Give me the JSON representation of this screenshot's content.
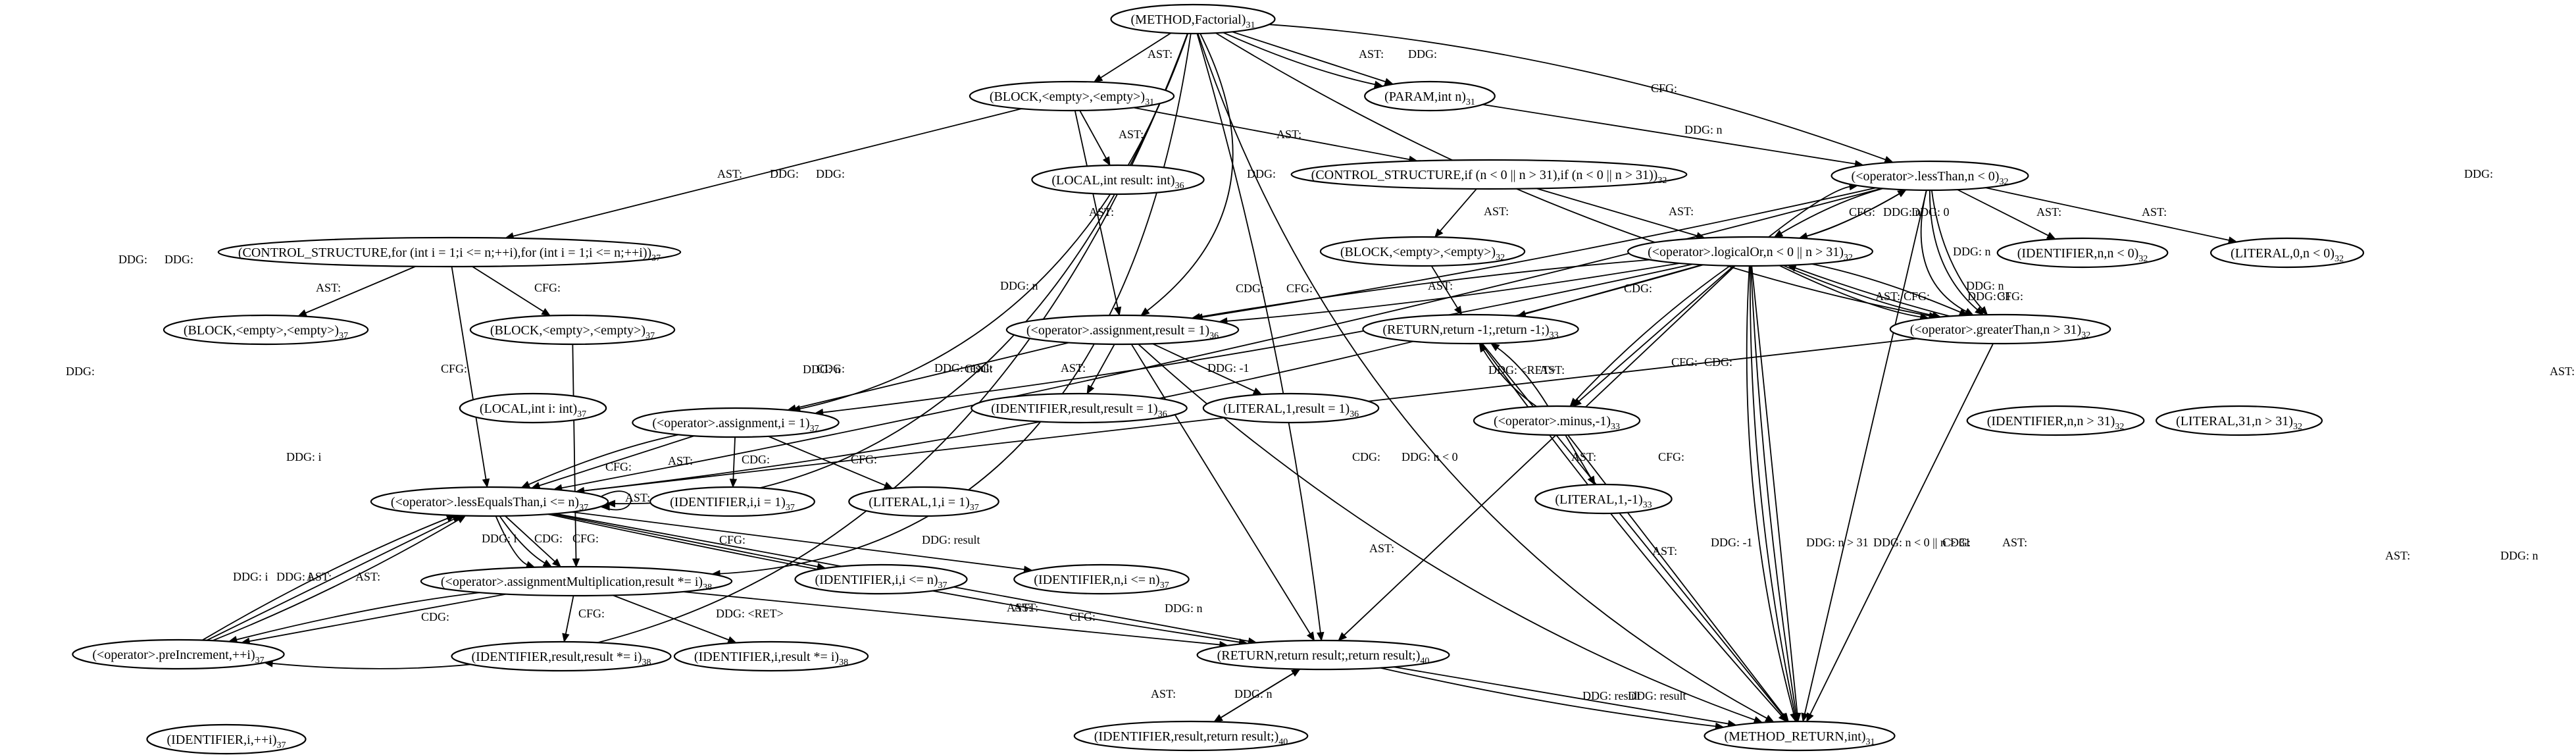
{
  "nodes": [
    {
      "id": "n1",
      "label": "(METHOD,Factorial)",
      "sub": "31"
    },
    {
      "id": "n2",
      "label": "(BLOCK,<empty>,<empty>)",
      "sub": "31"
    },
    {
      "id": "n3",
      "label": "(PARAM,int n)",
      "sub": "31"
    },
    {
      "id": "n4",
      "label": "(LOCAL,int result: int)",
      "sub": "36"
    },
    {
      "id": "n5",
      "label": "(CONTROL_STRUCTURE,if (n < 0 || n > 31),if (n < 0 || n > 31))",
      "sub": "32"
    },
    {
      "id": "n6",
      "label": "(<operator>.lessThan,n < 0)",
      "sub": "32"
    },
    {
      "id": "n7",
      "label": "(CONTROL_STRUCTURE,for (int i = 1;i <= n;++i),for (int i = 1;i <= n;++i))",
      "sub": "37"
    },
    {
      "id": "n8",
      "label": "(BLOCK,<empty>,<empty>)",
      "sub": "32"
    },
    {
      "id": "n9",
      "label": "(<operator>.logicalOr,n < 0 || n > 31)",
      "sub": "32"
    },
    {
      "id": "n10",
      "label": "(IDENTIFIER,n,n < 0)",
      "sub": "32"
    },
    {
      "id": "n11",
      "label": "(LITERAL,0,n < 0)",
      "sub": "32"
    },
    {
      "id": "n12",
      "label": "(BLOCK,<empty>,<empty>)",
      "sub": "37"
    },
    {
      "id": "n13",
      "label": "(<operator>.assignment,result = 1)",
      "sub": "36"
    },
    {
      "id": "n14",
      "label": "(RETURN,return -1;,return -1;)",
      "sub": "33"
    },
    {
      "id": "n15",
      "label": "(<operator>.greaterThan,n > 31)",
      "sub": "32"
    },
    {
      "id": "n16",
      "label": "(BLOCK,<empty>,<empty>)",
      "sub": "37"
    },
    {
      "id": "n17",
      "label": "(LOCAL,int i: int)",
      "sub": "37"
    },
    {
      "id": "n18",
      "label": "(<operator>.assignment,i = 1)",
      "sub": "37"
    },
    {
      "id": "n19",
      "label": "(IDENTIFIER,result,result = 1)",
      "sub": "36"
    },
    {
      "id": "n20",
      "label": "(LITERAL,1,result = 1)",
      "sub": "36"
    },
    {
      "id": "n21",
      "label": "(<operator>.minus,-1)",
      "sub": "33"
    },
    {
      "id": "n22",
      "label": "(IDENTIFIER,n,n > 31)",
      "sub": "32"
    },
    {
      "id": "n23",
      "label": "(LITERAL,31,n > 31)",
      "sub": "32"
    },
    {
      "id": "n24",
      "label": "(<operator>.lessEqualsThan,i <= n)",
      "sub": "37"
    },
    {
      "id": "n25",
      "label": "(IDENTIFIER,i,i = 1)",
      "sub": "37"
    },
    {
      "id": "n26",
      "label": "(LITERAL,1,i = 1)",
      "sub": "37"
    },
    {
      "id": "n27",
      "label": "(LITERAL,1,-1)",
      "sub": "33"
    },
    {
      "id": "n28",
      "label": "(<operator>.assignmentMultiplication,result *= i)",
      "sub": "38"
    },
    {
      "id": "n29",
      "label": "(IDENTIFIER,i,i <= n)",
      "sub": "37"
    },
    {
      "id": "n30",
      "label": "(IDENTIFIER,n,i <= n)",
      "sub": "37"
    },
    {
      "id": "n31",
      "label": "(<operator>.preIncrement,++i)",
      "sub": "37"
    },
    {
      "id": "n32",
      "label": "(IDENTIFIER,result,result *= i)",
      "sub": "38"
    },
    {
      "id": "n33",
      "label": "(IDENTIFIER,i,result *= i)",
      "sub": "38"
    },
    {
      "id": "n34",
      "label": "(RETURN,return result;,return result;)",
      "sub": "40"
    },
    {
      "id": "n35",
      "label": "(IDENTIFIER,i,++i)",
      "sub": "37"
    },
    {
      "id": "n36",
      "label": "(IDENTIFIER,result,return result;)",
      "sub": "40"
    },
    {
      "id": "n37",
      "label": "(METHOD_RETURN,int)",
      "sub": "31"
    }
  ],
  "edges": [
    {
      "label": "AST: "
    },
    {
      "label": "AST: "
    },
    {
      "label": "DDG: "
    },
    {
      "label": "CFG: "
    },
    {
      "label": "DDG: "
    },
    {
      "label": "DDG: "
    },
    {
      "label": "DDG: "
    },
    {
      "label": "DDG: "
    },
    {
      "label": "DDG: "
    },
    {
      "label": "DDG: "
    },
    {
      "label": "DDG: "
    },
    {
      "label": "AST: "
    },
    {
      "label": "AST: "
    },
    {
      "label": "AST: "
    },
    {
      "label": "AST: "
    },
    {
      "label": "AST: "
    },
    {
      "label": "DDG: n"
    },
    {
      "label": "AST: "
    },
    {
      "label": "AST: "
    },
    {
      "label": "CFG: "
    },
    {
      "label": "DDG: n"
    },
    {
      "label": "DDG: n"
    },
    {
      "label": "CDG: "
    },
    {
      "label": "CFG: "
    },
    {
      "label": "DDG: n"
    },
    {
      "label": "AST: "
    },
    {
      "label": "AST: "
    },
    {
      "label": "AST: "
    },
    {
      "label": "AST: "
    },
    {
      "label": "DDG: 0"
    },
    {
      "label": "CFG: "
    },
    {
      "label": "DDG: n"
    },
    {
      "label": "DDG: 31"
    },
    {
      "label": "CFG: "
    },
    {
      "label": "CDG: "
    },
    {
      "label": "CFG: "
    },
    {
      "label": "CDG: "
    },
    {
      "label": "CDG: "
    },
    {
      "label": "CDG: "
    },
    {
      "label": "CFG: "
    },
    {
      "label": "CDG: "
    },
    {
      "label": "DDG: n < 0"
    },
    {
      "label": "DDG: n > 31"
    },
    {
      "label": "DDG: n < 0 || n > 31"
    },
    {
      "label": "AST: "
    },
    {
      "label": "AST: "
    },
    {
      "label": "CFG: "
    },
    {
      "label": "DDG: result"
    },
    {
      "label": "AST: "
    },
    {
      "label": "AST: "
    },
    {
      "label": "DDG: -1"
    },
    {
      "label": "CFG: "
    },
    {
      "label": "DDG: <RET>"
    },
    {
      "label": "AST: "
    },
    {
      "label": "DDG: -1"
    },
    {
      "label": "AST: "
    },
    {
      "label": "AST: "
    },
    {
      "label": "CFG: "
    },
    {
      "label": "DDG: i"
    },
    {
      "label": "CFG: "
    },
    {
      "label": "AST: "
    },
    {
      "label": "AST: "
    },
    {
      "label": "CDG: "
    },
    {
      "label": "CFG: "
    },
    {
      "label": "DDG: i"
    },
    {
      "label": "CDG: "
    },
    {
      "label": "CFG: "
    },
    {
      "label": "AST: "
    },
    {
      "label": "AST: "
    },
    {
      "label": "CFG: "
    },
    {
      "label": "DDG: result"
    },
    {
      "label": "CDG: "
    },
    {
      "label": "CFG: "
    },
    {
      "label": "DDG: i"
    },
    {
      "label": "DDG: i"
    },
    {
      "label": "AST: "
    },
    {
      "label": "AST: "
    },
    {
      "label": "CFG: "
    },
    {
      "label": "DDG: <RET>"
    },
    {
      "label": "DDG: result"
    },
    {
      "label": "DDG: result"
    },
    {
      "label": "AST: "
    },
    {
      "label": "DDG: n"
    },
    {
      "label": "DDG: n"
    },
    {
      "label": "DDG: n"
    },
    {
      "label": "DDG: n"
    },
    {
      "label": "CDG: "
    },
    {
      "label": "AST: "
    },
    {
      "label": "CDG: "
    },
    {
      "label": "AST: "
    }
  ]
}
